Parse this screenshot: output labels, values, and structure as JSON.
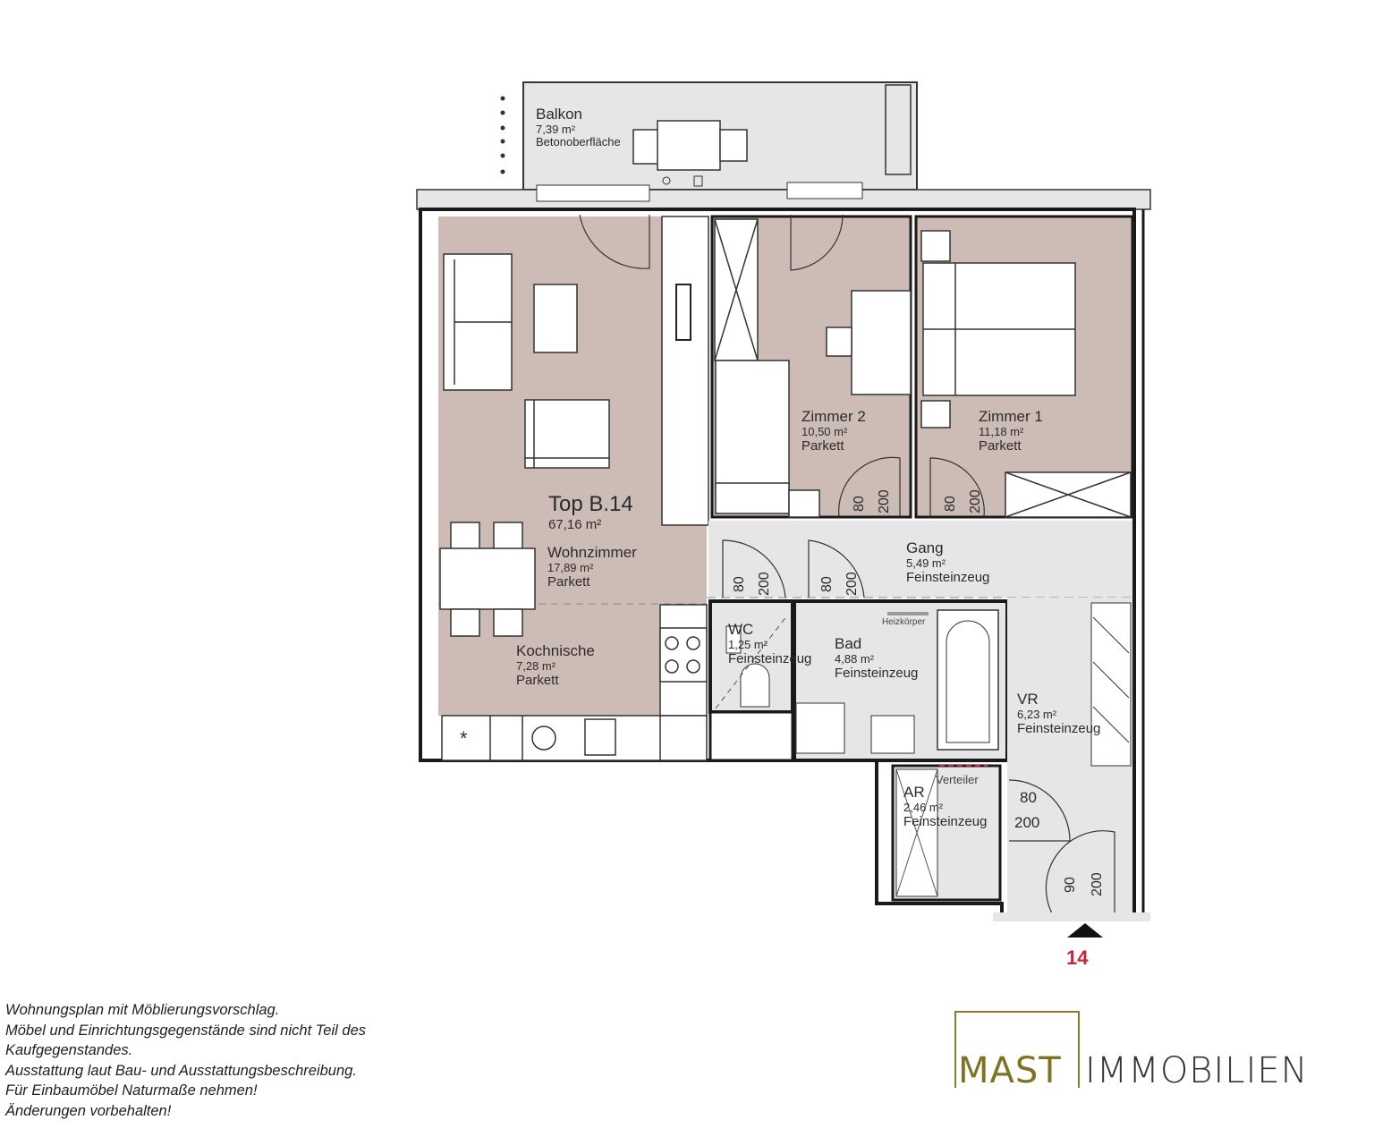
{
  "unit": {
    "name": "Top B.14",
    "total_area": "67,16 m²"
  },
  "rooms": [
    {
      "id": "balkon",
      "name": "Balkon",
      "area": "7,39 m²",
      "floor": "Betonoberfläche"
    },
    {
      "id": "wohnzimmer",
      "name": "Wohnzimmer",
      "area": "17,89 m²",
      "floor": "Parkett"
    },
    {
      "id": "kochnische",
      "name": "Kochnische",
      "area": "7,28 m²",
      "floor": "Parkett"
    },
    {
      "id": "zimmer2",
      "name": "Zimmer 2",
      "area": "10,50 m²",
      "floor": "Parkett"
    },
    {
      "id": "zimmer1",
      "name": "Zimmer 1",
      "area": "11,18 m²",
      "floor": "Parkett"
    },
    {
      "id": "gang",
      "name": "Gang",
      "area": "5,49 m²",
      "floor": "Feinsteinzeug"
    },
    {
      "id": "wc",
      "name": "WC",
      "area": "1,25 m²",
      "floor": "Feinsteinzeug"
    },
    {
      "id": "bad",
      "name": "Bad",
      "area": "4,88 m²",
      "floor": "Feinsteinzeug"
    },
    {
      "id": "vr",
      "name": "VR",
      "area": "6,23 m²",
      "floor": "Feinsteinzeug"
    },
    {
      "id": "ar",
      "name": "AR",
      "area": "2,46 m²",
      "floor": "Feinsteinzeug"
    }
  ],
  "annotations": {
    "heizkoerper": "Heizkörper",
    "verteiler": "Verteiler",
    "entrance_number": "14"
  },
  "doors": [
    {
      "id": "door-zimmer2",
      "width": "80",
      "height": "200"
    },
    {
      "id": "door-zimmer1",
      "width": "80",
      "height": "200"
    },
    {
      "id": "door-wc",
      "width": "80",
      "height": "200"
    },
    {
      "id": "door-bad",
      "width": "80",
      "height": "200"
    },
    {
      "id": "door-vr",
      "width": "80",
      "height": "200"
    },
    {
      "id": "door-entrance",
      "width": "90",
      "height": "200"
    }
  ],
  "disclaimer": [
    "Wohnungsplan mit Möblierungsvorschlag.",
    "Möbel und Einrichtungsgegenstände sind nicht Teil des",
    "Kaufgegenstandes.",
    "Ausstattung laut Bau- und Ausstattungsbeschreibung.",
    "Für Einbaumöbel Naturmaße nehmen!",
    "Änderungen vorbehalten!"
  ],
  "logo": {
    "part1": "MAST",
    "part2": "IMMOBILIEN"
  },
  "colors": {
    "room_fill": "#cdbcb6",
    "wet_fill": "#e6e6e6",
    "wall": "#1a1a1a",
    "logo_gold": "#7d7322",
    "entrance_red": "#d0203a"
  }
}
